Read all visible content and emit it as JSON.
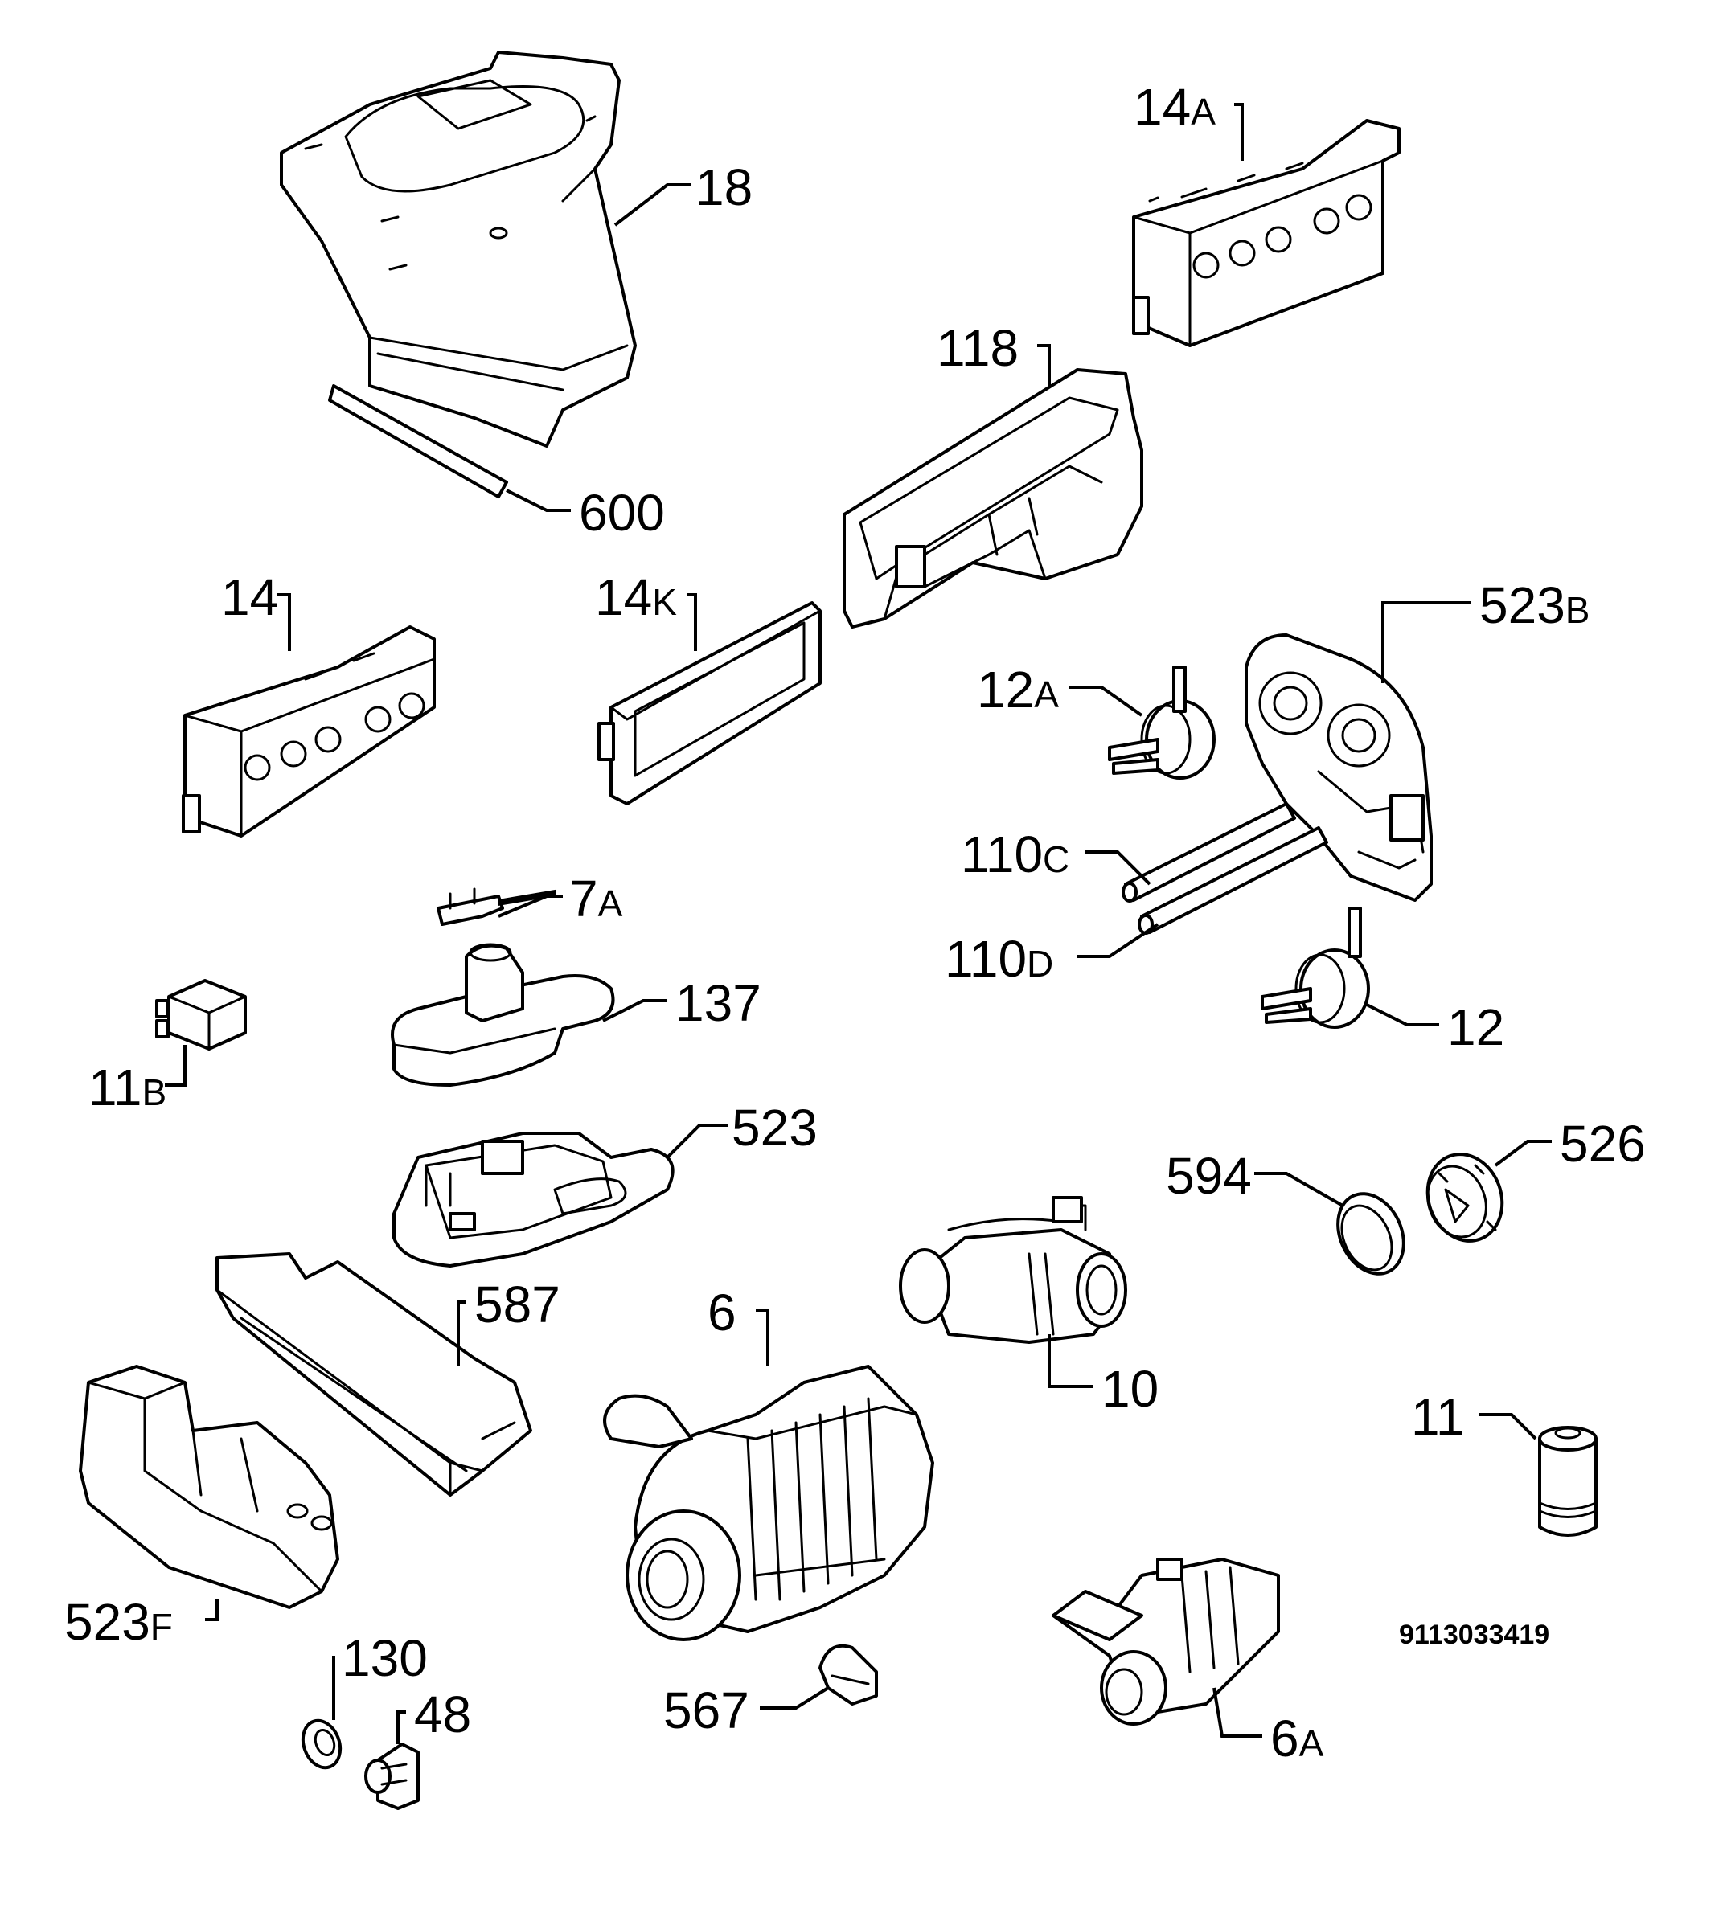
{
  "diagram_code": "9113033419",
  "parts": [
    {
      "id": "p18",
      "num": "18",
      "suffix": ""
    },
    {
      "id": "p600",
      "num": "600",
      "suffix": ""
    },
    {
      "id": "p14A",
      "num": "14",
      "suffix": "A"
    },
    {
      "id": "p118",
      "num": "118",
      "suffix": ""
    },
    {
      "id": "p14",
      "num": "14",
      "suffix": ""
    },
    {
      "id": "p14K",
      "num": "14",
      "suffix": "K"
    },
    {
      "id": "p523B",
      "num": "523",
      "suffix": "B"
    },
    {
      "id": "p12A",
      "num": "12",
      "suffix": "A"
    },
    {
      "id": "p110C",
      "num": "110",
      "suffix": "C"
    },
    {
      "id": "p110D",
      "num": "110",
      "suffix": "D"
    },
    {
      "id": "p12",
      "num": "12",
      "suffix": ""
    },
    {
      "id": "p7A",
      "num": "7",
      "suffix": "A"
    },
    {
      "id": "p137",
      "num": "137",
      "suffix": ""
    },
    {
      "id": "p11B",
      "num": "11",
      "suffix": "B"
    },
    {
      "id": "p523",
      "num": "523",
      "suffix": ""
    },
    {
      "id": "p594",
      "num": "594",
      "suffix": ""
    },
    {
      "id": "p526",
      "num": "526",
      "suffix": ""
    },
    {
      "id": "p587",
      "num": "587",
      "suffix": ""
    },
    {
      "id": "p6",
      "num": "6",
      "suffix": ""
    },
    {
      "id": "p10",
      "num": "10",
      "suffix": ""
    },
    {
      "id": "p11",
      "num": "11",
      "suffix": ""
    },
    {
      "id": "p523F",
      "num": "523",
      "suffix": "F"
    },
    {
      "id": "p130",
      "num": "130",
      "suffix": ""
    },
    {
      "id": "p48",
      "num": "48",
      "suffix": ""
    },
    {
      "id": "p567",
      "num": "567",
      "suffix": ""
    },
    {
      "id": "p6A",
      "num": "6",
      "suffix": "A"
    }
  ]
}
